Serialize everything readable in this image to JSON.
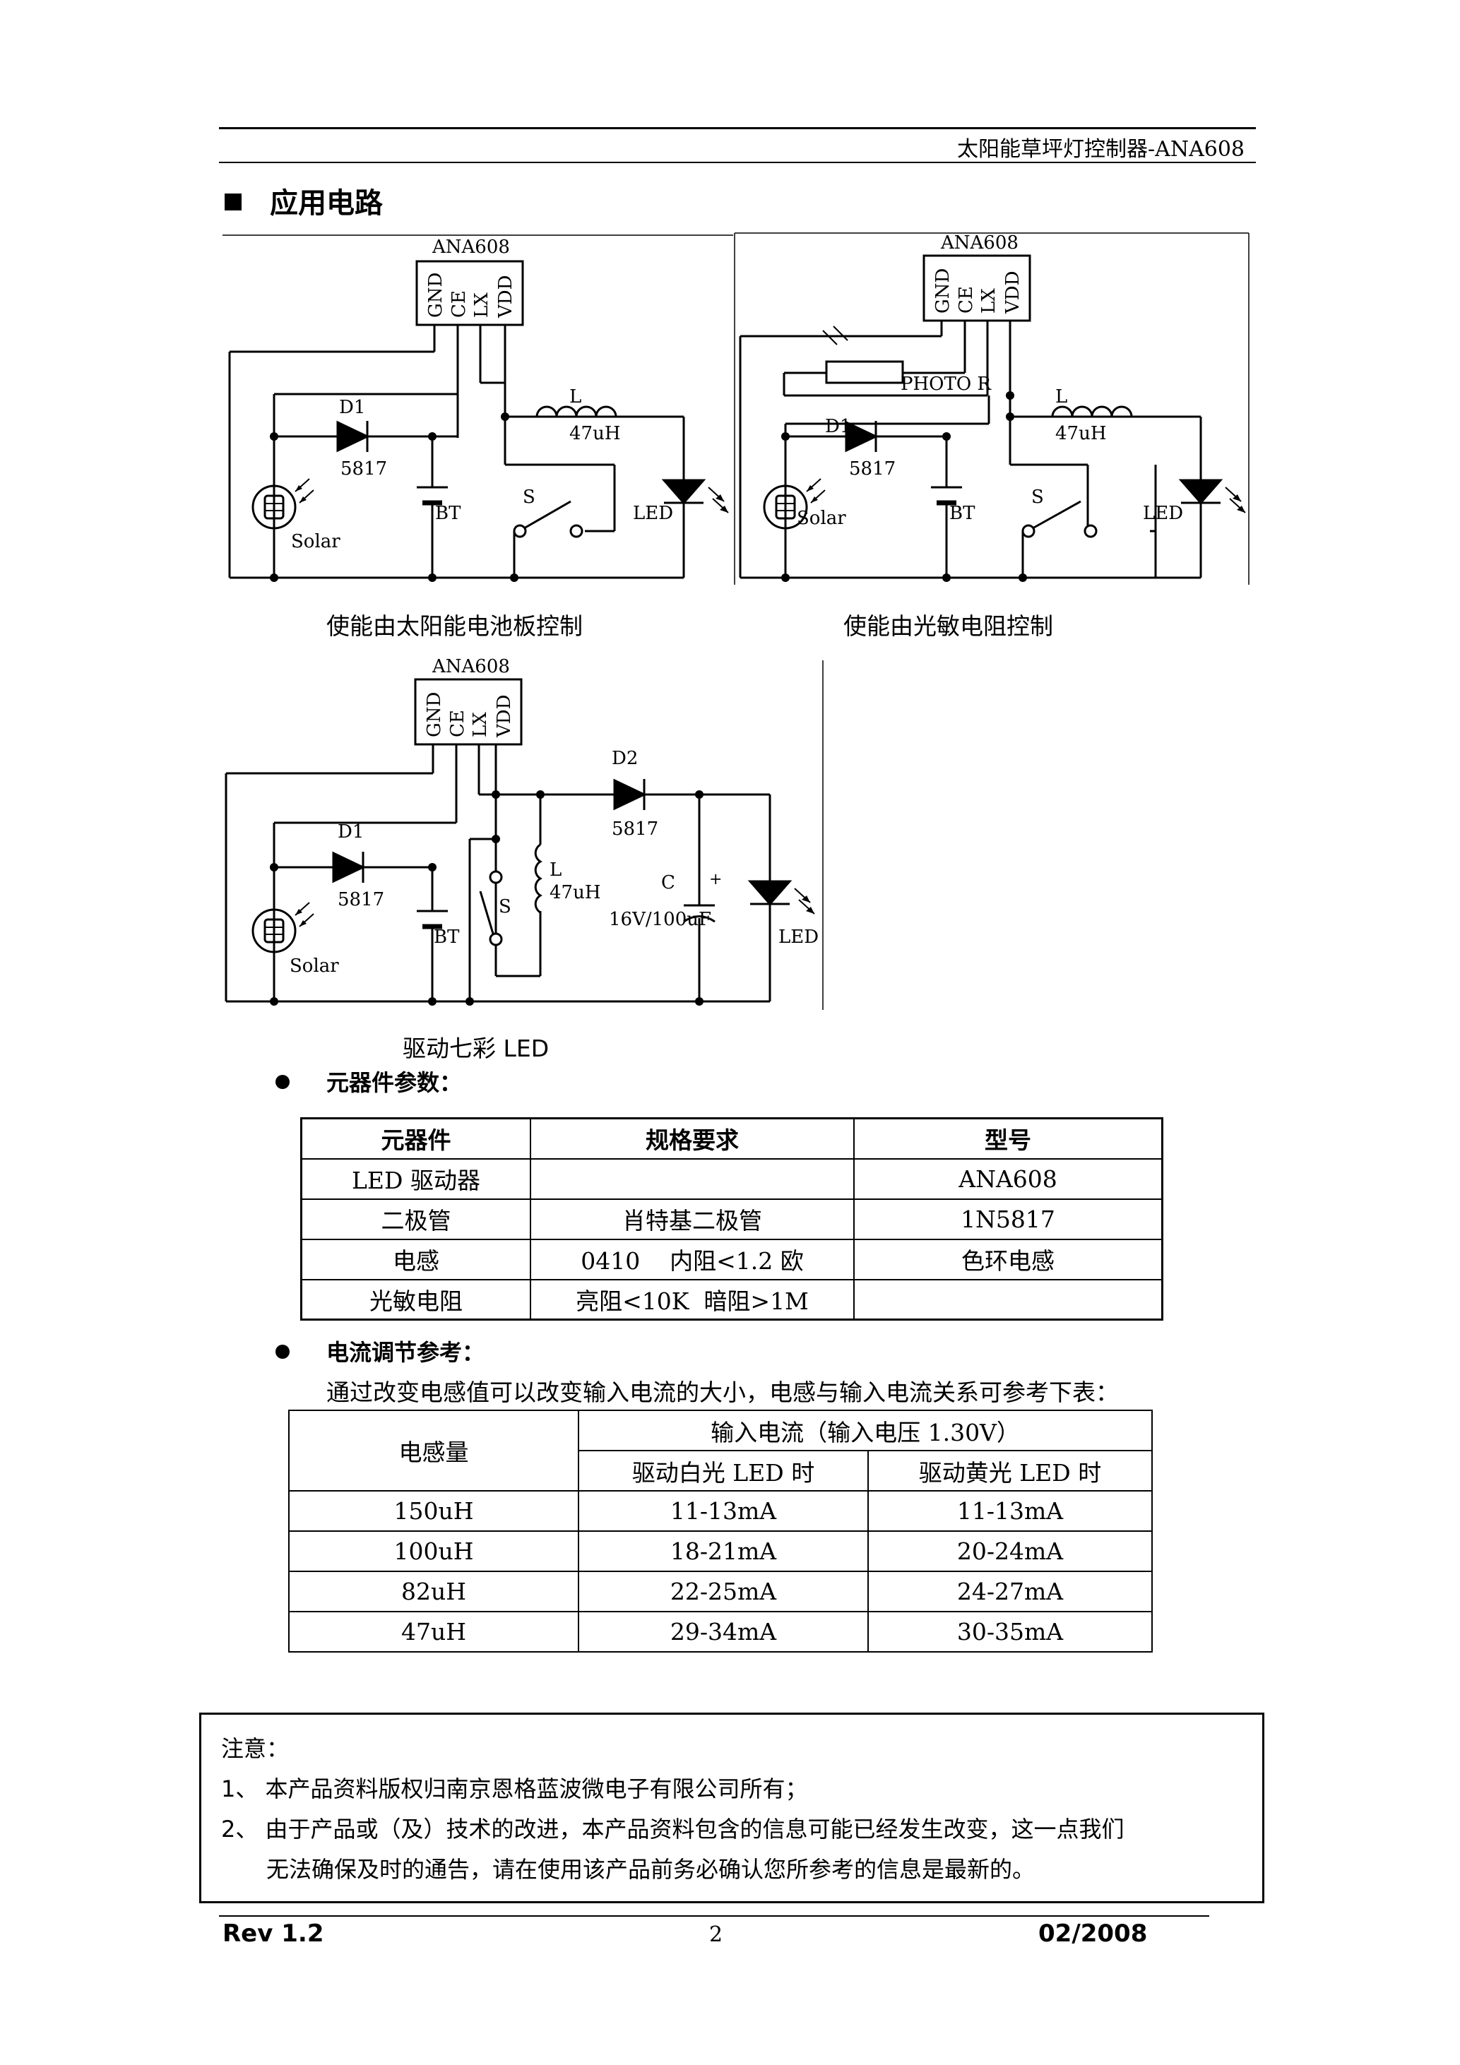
{
  "header": {
    "title": "太阳能草坪灯控制器-ANA608"
  },
  "section": {
    "title": "应用电路"
  },
  "circuits": {
    "c1": {
      "chip": "ANA608",
      "pins": [
        "GND",
        "CE",
        "LX",
        "VDD"
      ],
      "d1": "D1",
      "d1_part": "5817",
      "l": "L",
      "l_val": "47uH",
      "s": "S",
      "bt": "BT",
      "solar": "Solar",
      "led": "LED",
      "caption": "使能由太阳能电池板控制"
    },
    "c2": {
      "chip": "ANA608",
      "pins": [
        "GND",
        "CE",
        "LX",
        "VDD"
      ],
      "photo": "PHOTO R",
      "d1": "D1",
      "d1_part": "5817",
      "l": "L",
      "l_val": "47uH",
      "s": "S",
      "bt": "BT",
      "solar": "Solar",
      "led": "LED",
      "caption": "使能由光敏电阻控制"
    },
    "c3": {
      "chip": "ANA608",
      "pins": [
        "GND",
        "CE",
        "LX",
        "VDD"
      ],
      "d1": "D1",
      "d1_part": "5817",
      "d2": "D2",
      "d2_part": "5817",
      "l": "L",
      "l_val": "47uH",
      "c": "C",
      "c_val": "16V/100uF",
      "cap_plus": "+",
      "s": "S",
      "bt": "BT",
      "solar": "Solar",
      "led": "LED",
      "caption": "驱动七彩 LED"
    }
  },
  "components": {
    "title": "元器件参数：",
    "headers": [
      "元器件",
      "规格要求",
      "型号"
    ],
    "rows": [
      [
        "LED 驱动器",
        "",
        "ANA608"
      ],
      [
        "二极管",
        "肖特基二极管",
        "1N5817"
      ],
      [
        "电感",
        "0410    内阻<1.2 欧",
        "色环电感"
      ],
      [
        "光敏电阻",
        "亮阻<10K  暗阻>1M",
        ""
      ]
    ]
  },
  "current": {
    "title": "电流调节参考：",
    "intro": "通过改变电感值可以改变输入电流的大小，电感与输入电流关系可参考下表：",
    "h_inductance": "电感量",
    "h_input": "输入电流（输入电压 1.30V）",
    "h_white": "驱动白光 LED 时",
    "h_yellow": "驱动黄光 LED 时",
    "rows": [
      [
        "150uH",
        "11-13mA",
        "11-13mA"
      ],
      [
        "100uH",
        "18-21mA",
        "20-24mA"
      ],
      [
        "82uH",
        "22-25mA",
        "24-27mA"
      ],
      [
        "47uH",
        "29-34mA",
        "30-35mA"
      ]
    ]
  },
  "notes": {
    "title": "注意：",
    "n1_num": "1、",
    "n1": "本产品资料版权归南京恩格蓝波微电子有限公司所有；",
    "n2_num": "2、",
    "n2a": "由于产品或（及）技术的改进，本产品资料包含的信息可能已经发生改变，这一点我们",
    "n2b": "无法确保及时的通告，请在使用该产品前务必确认您所参考的信息是最新的。"
  },
  "footer": {
    "rev": "Rev 1.2",
    "page": "2",
    "date": "02/2008"
  }
}
